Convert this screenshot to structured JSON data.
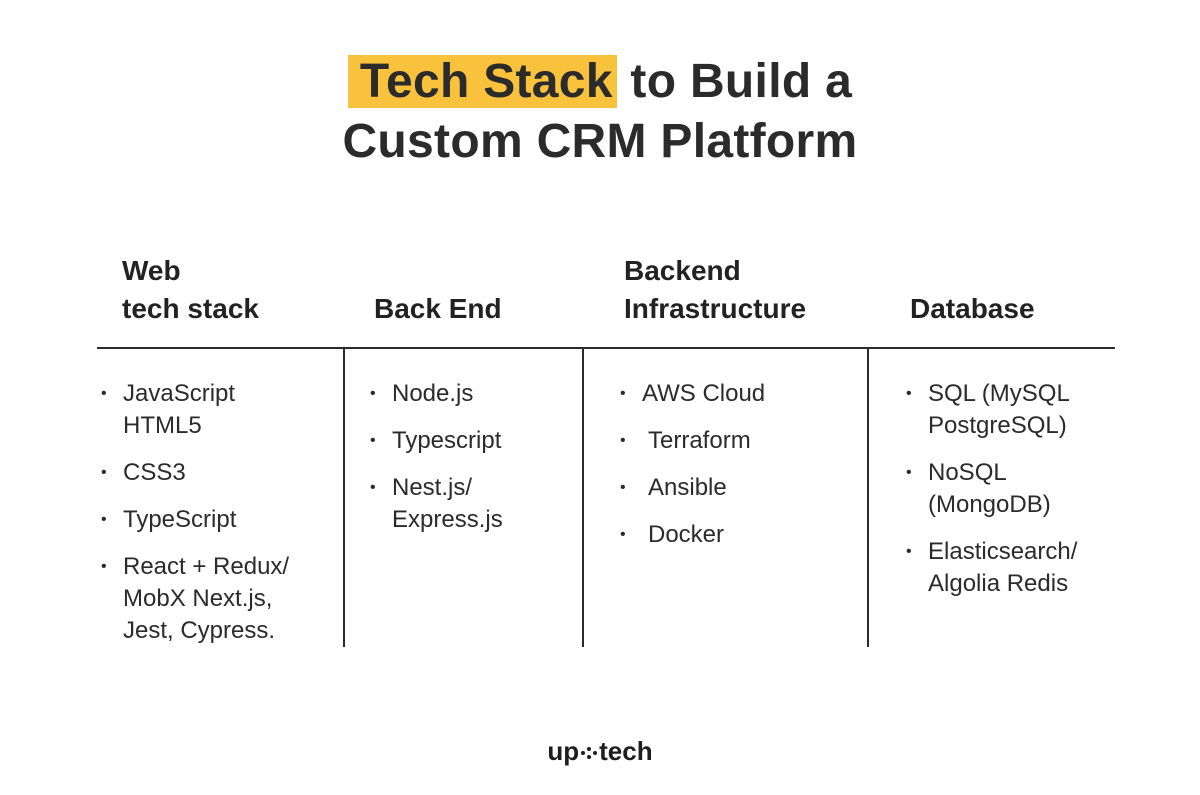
{
  "title": {
    "highlight": "Tech Stack",
    "rest_line1": " to Build a",
    "line2": "Custom CRM Platform"
  },
  "columns": [
    {
      "header_line1": "Web",
      "header_line2": "tech stack",
      "items": [
        "JavaScript\nHTML5",
        "CSS3",
        "TypeScript",
        "React + Redux/\nMobX Next.js,\nJest, Cypress."
      ]
    },
    {
      "header_line1": "",
      "header_line2": "Back End",
      "items": [
        "Node.js",
        "Typescript",
        "Nest.js/\nExpress.js"
      ]
    },
    {
      "header_line1": "Backend",
      "header_line2": "Infrastructure",
      "items": [
        "AWS Cloud",
        "Terraform",
        "Ansible",
        "Docker"
      ]
    },
    {
      "header_line1": "",
      "header_line2": "Database",
      "items": [
        "SQL (MySQL\nPostgreSQL)",
        "NoSQL\n(MongoDB)",
        "Elasticsearch/\nAlgolia Redis"
      ]
    }
  ],
  "bullet_char": "•",
  "logo": {
    "left": "up",
    "right": "tech"
  },
  "colors": {
    "highlight": "#f9c23c",
    "text": "#2b2b2b"
  }
}
